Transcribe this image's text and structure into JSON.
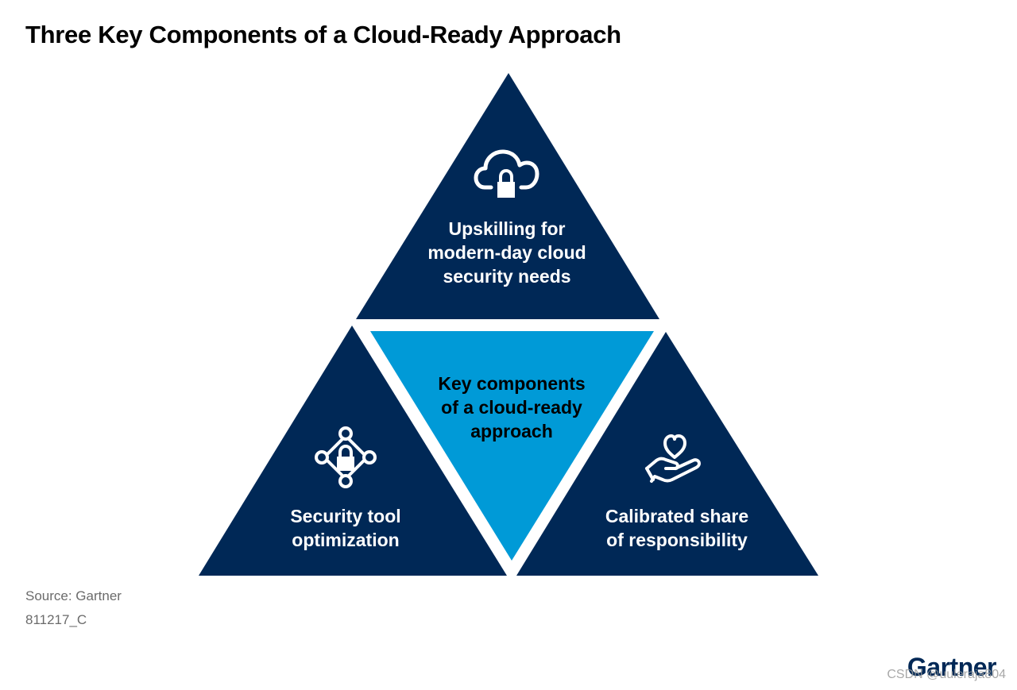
{
  "title": "Three Key Components of a Cloud-Ready Approach",
  "center": {
    "label": "Key components\nof a cloud-ready\napproach"
  },
  "components": [
    {
      "label": "Upskilling for\nmodern-day cloud\nsecurity needs",
      "icon": "cloud-lock-icon"
    },
    {
      "label": "Security tool\noptimization",
      "icon": "network-lock-icon"
    },
    {
      "label": "Calibrated share\nof responsibility",
      "icon": "hand-heart-icon"
    }
  ],
  "footer": {
    "source": "Source: Gartner",
    "code": "811217_C",
    "brand": "Gartner",
    "watermark": "CSDN @uuleraja804"
  },
  "colors": {
    "navy": "#002856",
    "blue": "#009ad7",
    "white": "#ffffff"
  }
}
